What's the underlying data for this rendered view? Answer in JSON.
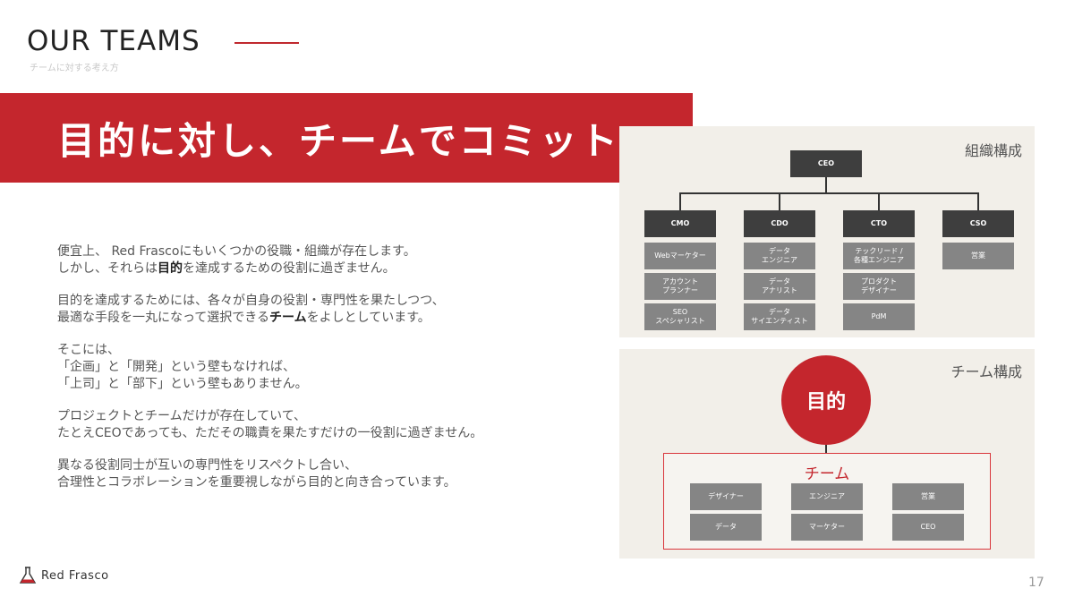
{
  "header": {
    "title": "OUR TEAMS",
    "subtitle": "チームに対する考え方"
  },
  "banner": {
    "text": "目的に対し、チームでコミット"
  },
  "body": {
    "p1": {
      "l1": "便宜上、 Red Frascoにもいくつかの役職・組織が存在します。",
      "l2a": "しかし、それらは",
      "l2b": "目的",
      "l2c": "を達成するための役割に過ぎません。"
    },
    "p2": {
      "l1": "目的を達成するためには、各々が自身の役割・専門性を果たしつつ、",
      "l2a": "最適な手段を一丸になって選択できる",
      "l2b": "チーム",
      "l2c": "をよしとしています。"
    },
    "p3": {
      "l1": "そこには、",
      "l2": "「企画」と「開発」という壁もなければ、",
      "l3": "「上司」と「部下」という壁もありません。"
    },
    "p4": {
      "l1": "プロジェクトとチームだけが存在していて、",
      "l2": "たとえCEOであっても、ただその職責を果たすだけの一役割に過ぎません。"
    },
    "p5": {
      "l1": "異なる役割同士が互いの専門性をリスペクトし合い、",
      "l2": "合理性とコラボレーションを重要視しながら目的と向き合っています。"
    }
  },
  "org": {
    "label": "組織構成",
    "ceo": "CEO",
    "cmo": {
      "head": "CMO",
      "r1": "Webマーケター",
      "r2a": "アカウント",
      "r2b": "プランナー",
      "r3a": "SEO",
      "r3b": "スペシャリスト"
    },
    "cdo": {
      "head": "CDO",
      "r1a": "データ",
      "r1b": "エンジニア",
      "r2a": "データ",
      "r2b": "アナリスト",
      "r3a": "データ",
      "r3b": "サイエンティスト"
    },
    "cto": {
      "head": "CTO",
      "r1a": "テックリード /",
      "r1b": "各種エンジニア",
      "r2a": "プロダクト",
      "r2b": "デザイナー",
      "r3": "PdM"
    },
    "cso": {
      "head": "CSO",
      "r1": "営業"
    }
  },
  "team": {
    "label": "チーム構成",
    "goal": "目的",
    "team_label": "チーム",
    "members": [
      "デザイナー",
      "エンジニア",
      "営業",
      "データ",
      "マーケター",
      "CEO"
    ]
  },
  "footer": {
    "brand": "Red Frasco",
    "page_number": "17"
  },
  "colors": {
    "accent_red": "#c4262d",
    "box_gray": "#858585",
    "box_dark": "#3e3e3e",
    "panel_beige": "#f2efe9"
  }
}
